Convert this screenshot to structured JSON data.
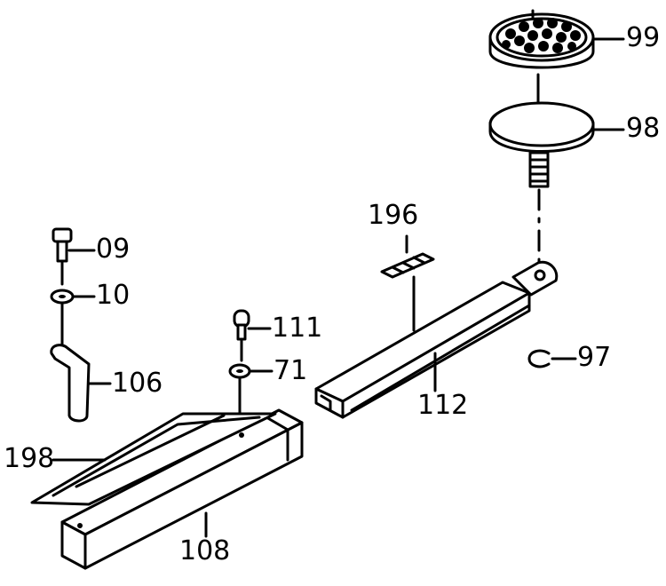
{
  "labels": {
    "p99": "99",
    "p98": "98",
    "p196": "196",
    "p09": "09",
    "p10": "10",
    "p111": "111",
    "p71": "71",
    "p106": "106",
    "p97": "97",
    "p112": "112",
    "p198": "198",
    "p108": "108"
  }
}
